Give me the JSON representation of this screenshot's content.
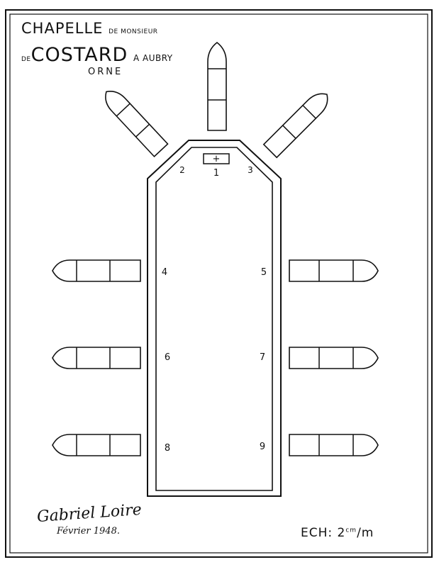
{
  "title": {
    "line1_big": "CHAPELLE",
    "line1_small": "DE MONSIEUR",
    "line2_prefix": "DE",
    "line2_big": "COSTARD",
    "line2_suffix": "A AUBRY",
    "line3": "ORNE"
  },
  "signature": {
    "name": "Gabriel Loire",
    "date": "Février 1948."
  },
  "scale": {
    "prefix": "ECH:",
    "value": "2",
    "unit_sup": "cm",
    "unit_rest": "/m"
  },
  "numbers": {
    "n1": "1",
    "n2": "2",
    "n3": "3",
    "n4": "4",
    "n5": "5",
    "n6": "6",
    "n7": "7",
    "n8": "8",
    "n9": "9"
  },
  "cross": "+"
}
